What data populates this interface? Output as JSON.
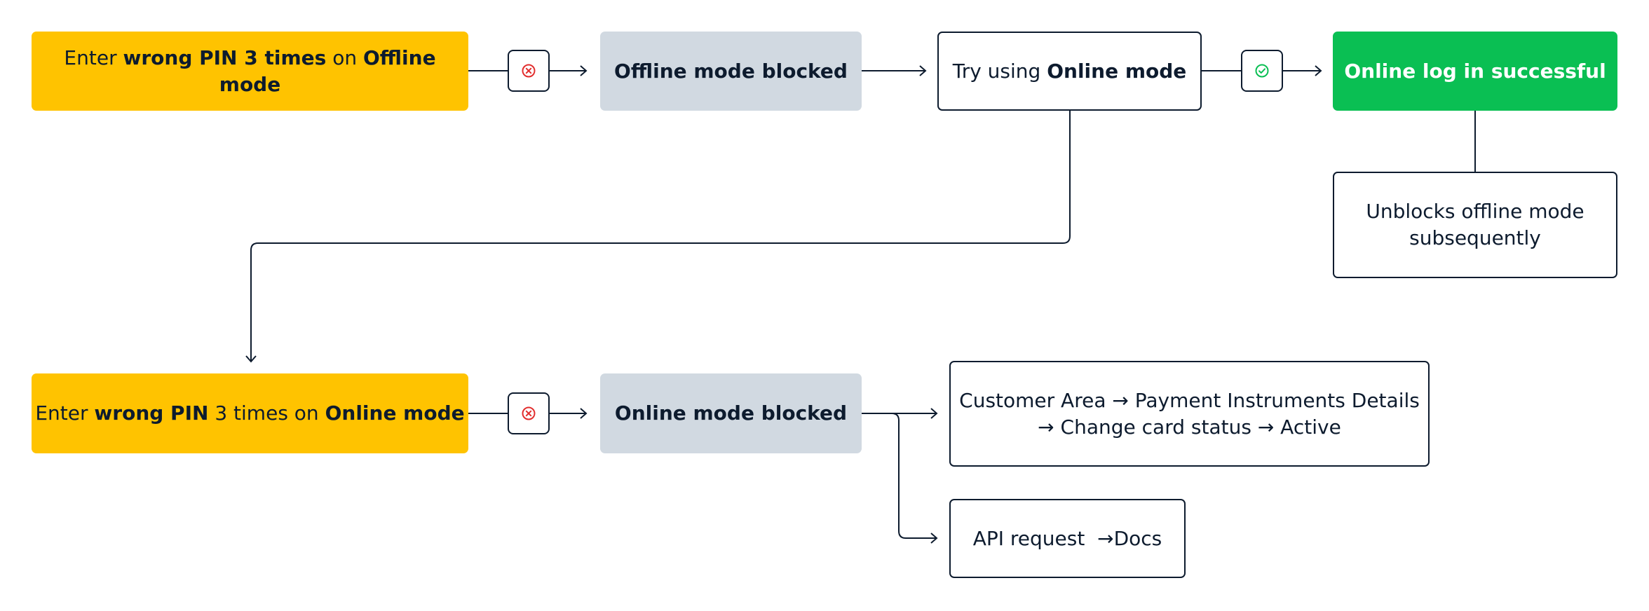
{
  "colors": {
    "yellow": "#ffc300",
    "grey": "#d1d9e1",
    "green": "#0abf53",
    "ink": "#0d1b2e",
    "error": "#e22d2d",
    "success": "#0abf53"
  },
  "nodes": {
    "offline_attempt": {
      "t1": "Enter ",
      "b1": "wrong PIN 3 times",
      "t2": " on ",
      "b2": "Offline mode"
    },
    "offline_blocked": {
      "b1": "Offline mode blocked"
    },
    "try_online": {
      "t1": "Try using ",
      "b1": "Online mode"
    },
    "online_success": {
      "b1": "Online log in successful"
    },
    "unblocks": {
      "line1": "Unblocks offline mode",
      "line2": "subsequently"
    },
    "online_attempt": {
      "t1": "Enter ",
      "b1": "wrong PIN",
      "t2": " 3 times on ",
      "b2": "Online mode"
    },
    "online_blocked": {
      "b1": "Online mode blocked"
    },
    "customer_area": {
      "line1": "Customer Area → Payment Instruments Details",
      "line2": "→ Change card status → Active"
    },
    "api_request": {
      "t1": "API request  →Docs"
    }
  },
  "icons": {
    "error": "error-x-circle-icon",
    "success": "check-circle-icon"
  }
}
